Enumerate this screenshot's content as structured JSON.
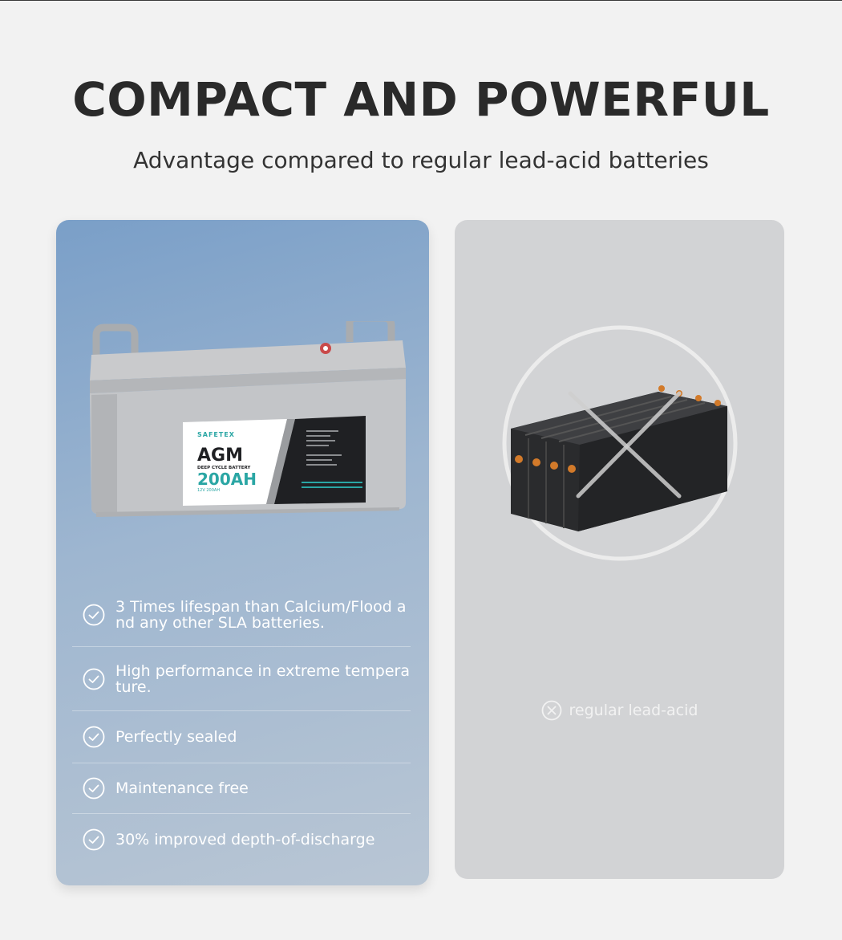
{
  "header": {
    "title": "COMPACT AND POWERFUL",
    "subtitle": "Advantage compared to regular lead-acid batteries"
  },
  "agm_card": {
    "battery_label": {
      "brand": "SAFETEX",
      "type": "AGM",
      "subtitle": "DEEP CYCLE BATTERY",
      "capacity": "200AH",
      "spec": "12V 200AH"
    },
    "features": [
      "3 Times lifespan than Calcium/Flood and any other SLA batteries.",
      "High performance in extreme temperature.",
      "Perfectly sealed",
      "Maintenance free",
      "30% improved depth-of-discharge"
    ]
  },
  "lead_card": {
    "caption": "regular lead-acid"
  },
  "colors": {
    "page_bg": "#f2f2f2",
    "headline": "#2a2a2a",
    "agm_card_top": "#7a9fc8",
    "agm_card_bottom": "#b9c6d4",
    "lead_card_bg": "#d2d3d5",
    "label_accent": "#2aa6a4"
  },
  "icons": {
    "feature_bullet": "check-circle-icon",
    "lead_caption": "x-circle-icon"
  }
}
